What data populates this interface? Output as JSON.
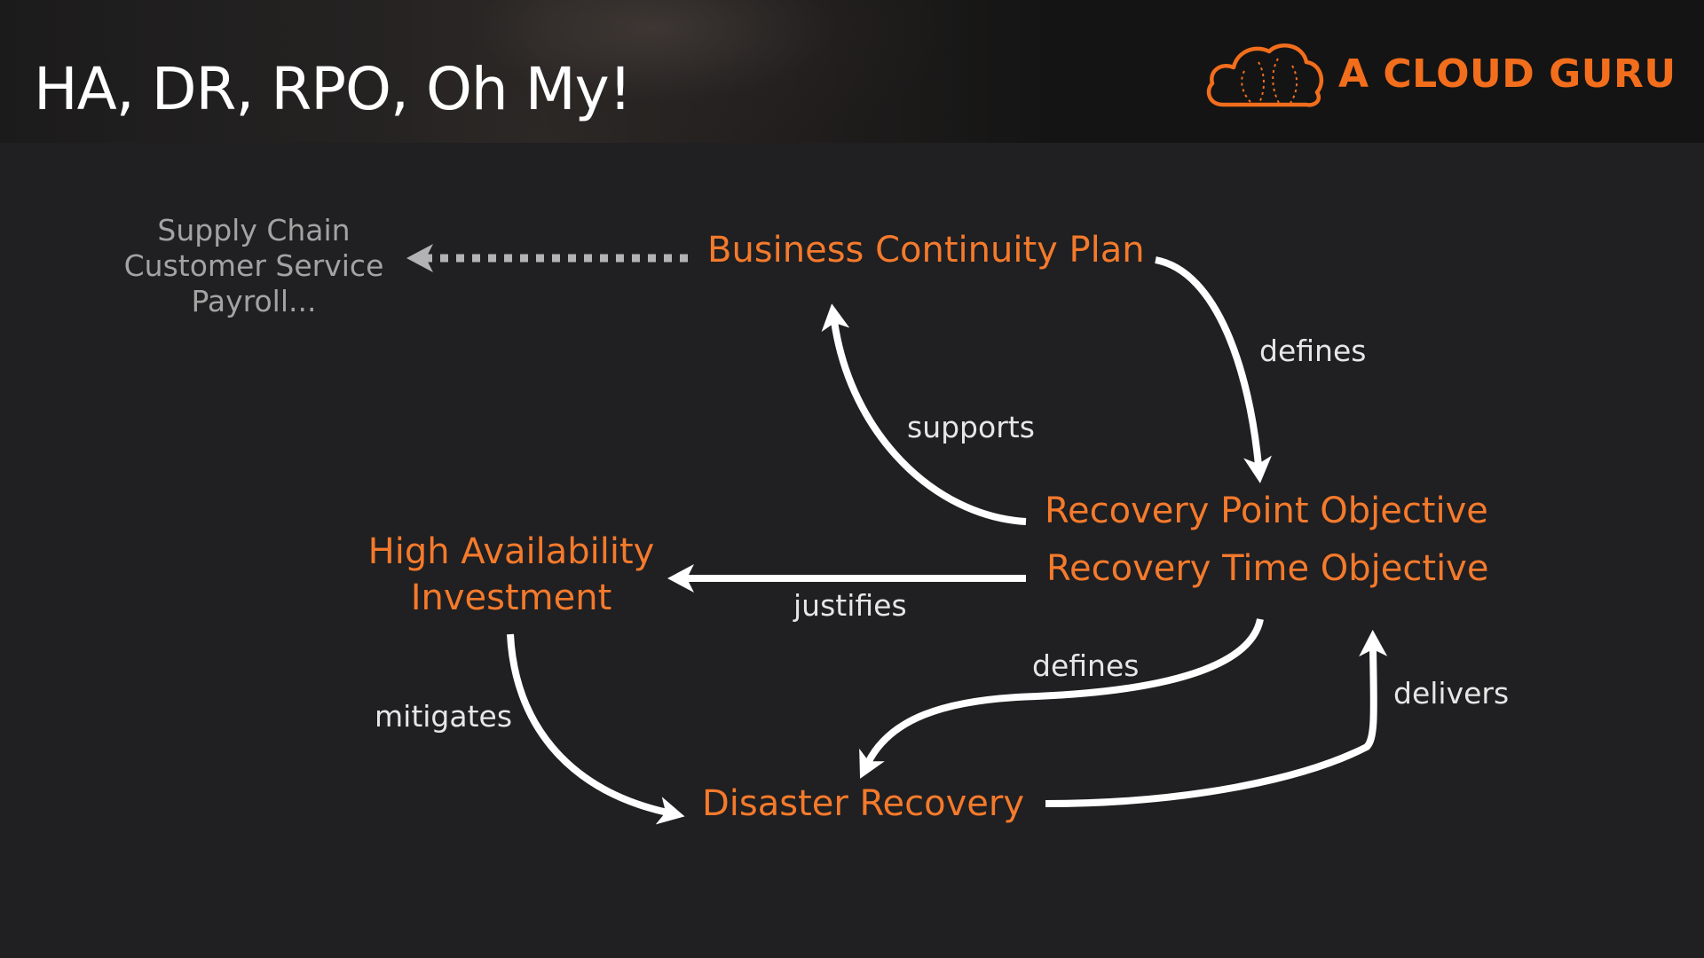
{
  "header": {
    "title": "HA, DR, RPO, Oh My!",
    "brand_name": "A CLOUD GURU",
    "brand_logo_icon": "cloud-logo-icon"
  },
  "colors": {
    "background": "#201f21",
    "accent_orange": "#f47a2c",
    "brand_orange": "#f26e1c",
    "arrow_white": "#ffffff",
    "muted_gray": "#a3a3a3"
  },
  "diagram": {
    "impacted_functions": [
      "Supply Chain",
      "Customer Service",
      "Payroll..."
    ],
    "nodes": {
      "bcp": "Business Continuity Plan",
      "rpo": "Recovery Point Objective",
      "rto": "Recovery Time Objective",
      "ha_line1": "High Availability",
      "ha_line2": "Investment",
      "dr": "Disaster Recovery"
    },
    "edges": {
      "bcp_to_objectives": "defines",
      "objectives_to_bcp": "supports",
      "objectives_to_ha": "justifies",
      "objectives_to_dr": "defines",
      "dr_to_objectives": "delivers",
      "ha_to_dr": "mitigates"
    }
  }
}
